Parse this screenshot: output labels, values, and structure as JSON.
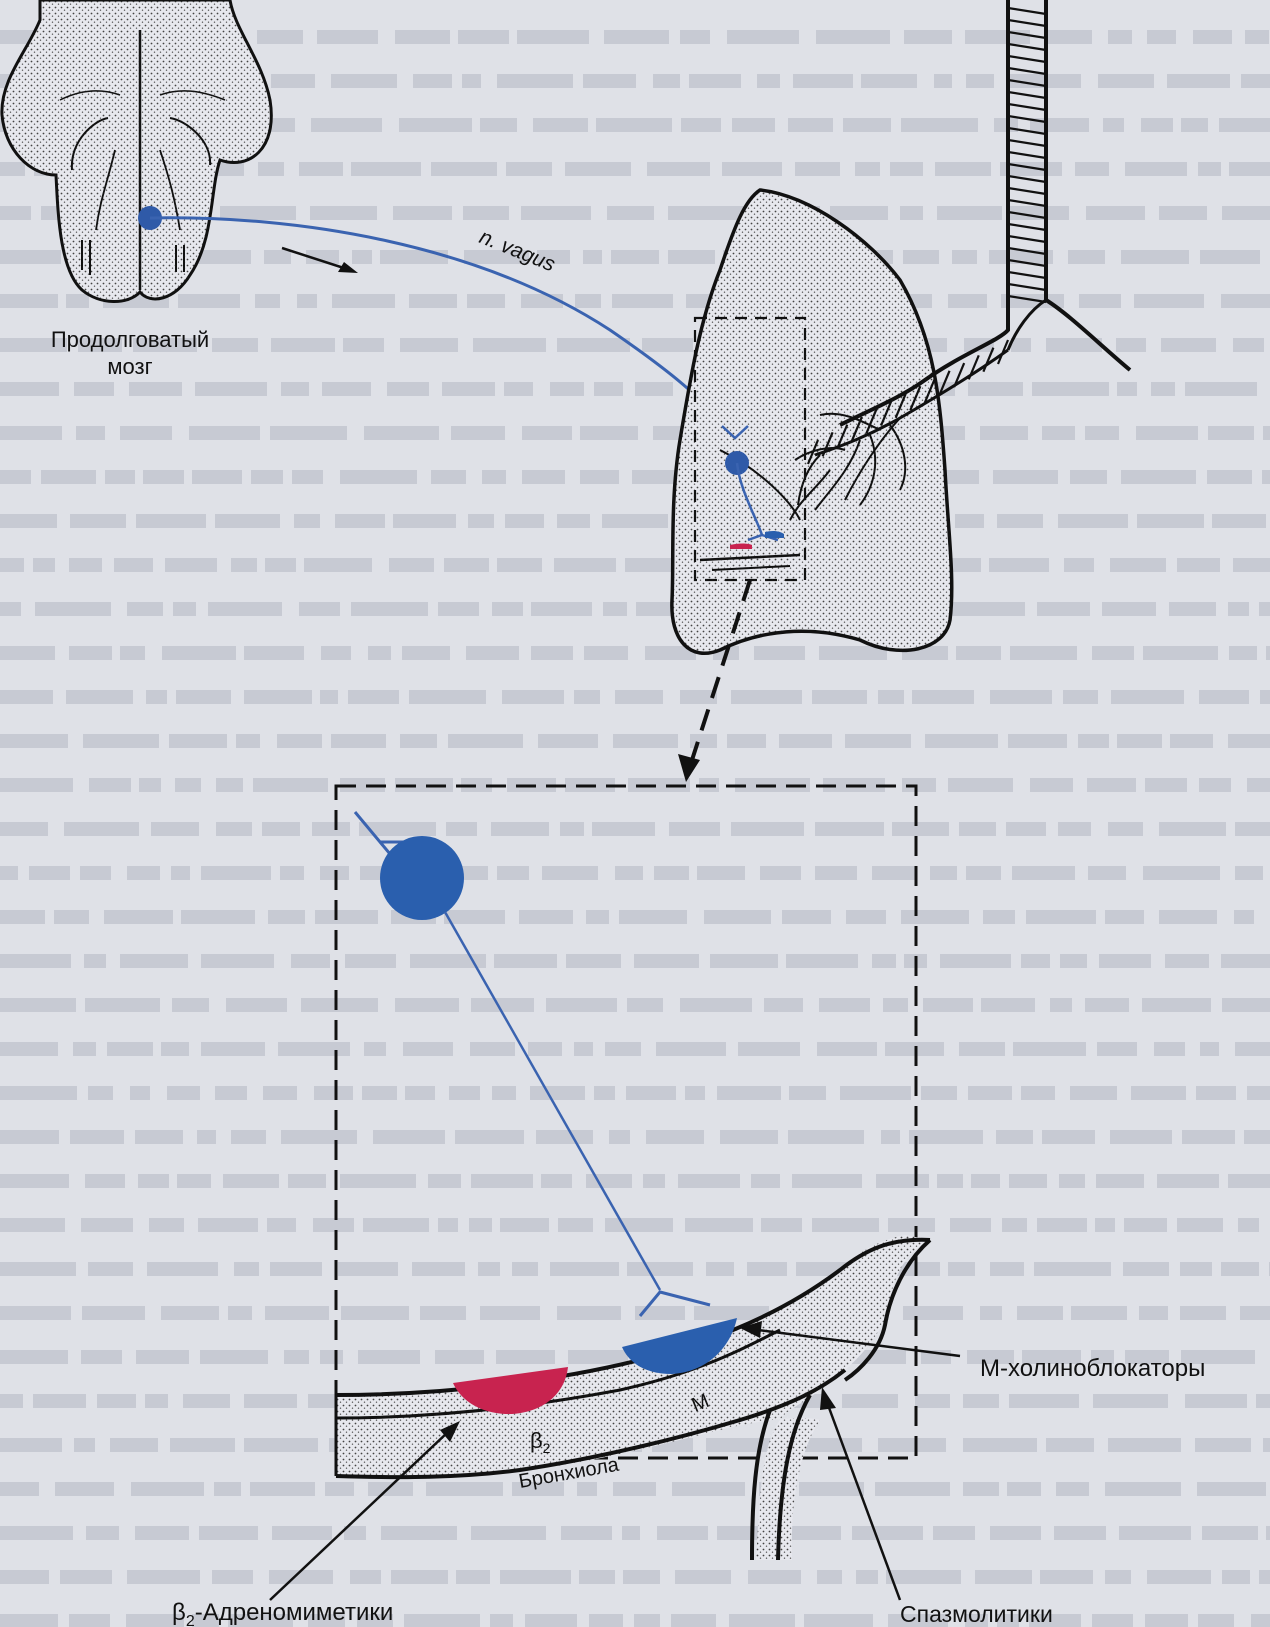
{
  "labels": {
    "brain": [
      "Продолговатый",
      "мозг"
    ],
    "nerve": "n. vagus",
    "m_blockers": "М-холиноблокаторы",
    "b2_agonists_prefix": "β",
    "b2_agonists_sub": "2",
    "b2_agonists_suffix": "-Адреномиметики",
    "spasmolytics": "Спазмолитики",
    "bronchiole": "Бронхиола",
    "receptor_b2_prefix": "β",
    "receptor_b2_sub": "2",
    "receptor_m": "M"
  },
  "colors": {
    "neuron_blue": "#2f5aa8",
    "receptor_blue": "#2a5fae",
    "receptor_red": "#c8234f",
    "nerve_line": "#3a63b0",
    "ink": "#111111",
    "stipple_fill": "#c9ccd6",
    "page_bg": "#dfe1e7"
  }
}
